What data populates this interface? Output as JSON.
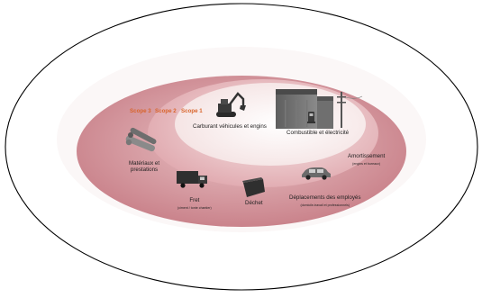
{
  "diagram": {
    "scopes": [
      "Scope 3",
      "Scope 2",
      "Scope 1"
    ],
    "items": {
      "carburant": "Carburant véhicules et engins",
      "combustible": "Combustible et électricité",
      "amortissement": "Amortissement",
      "amortissement_sub": "(engins et bureaux)",
      "materiaux_line1": "Matériaux et",
      "materiaux_line2": "prestations",
      "fret": "Fret",
      "fret_sub": "(ciment / tonte chantier)",
      "deplacements": "Déplacements des employés",
      "deplacements_sub": "(domicile-travail et professionnels)",
      "dechet": "Déchet"
    },
    "colors": {
      "outer_ring": "#c98088",
      "middle_ring": "#e7b8bc",
      "inner_ring": "#f6e6e6",
      "scope_label": "#d9642b",
      "outline": "#000000"
    }
  }
}
